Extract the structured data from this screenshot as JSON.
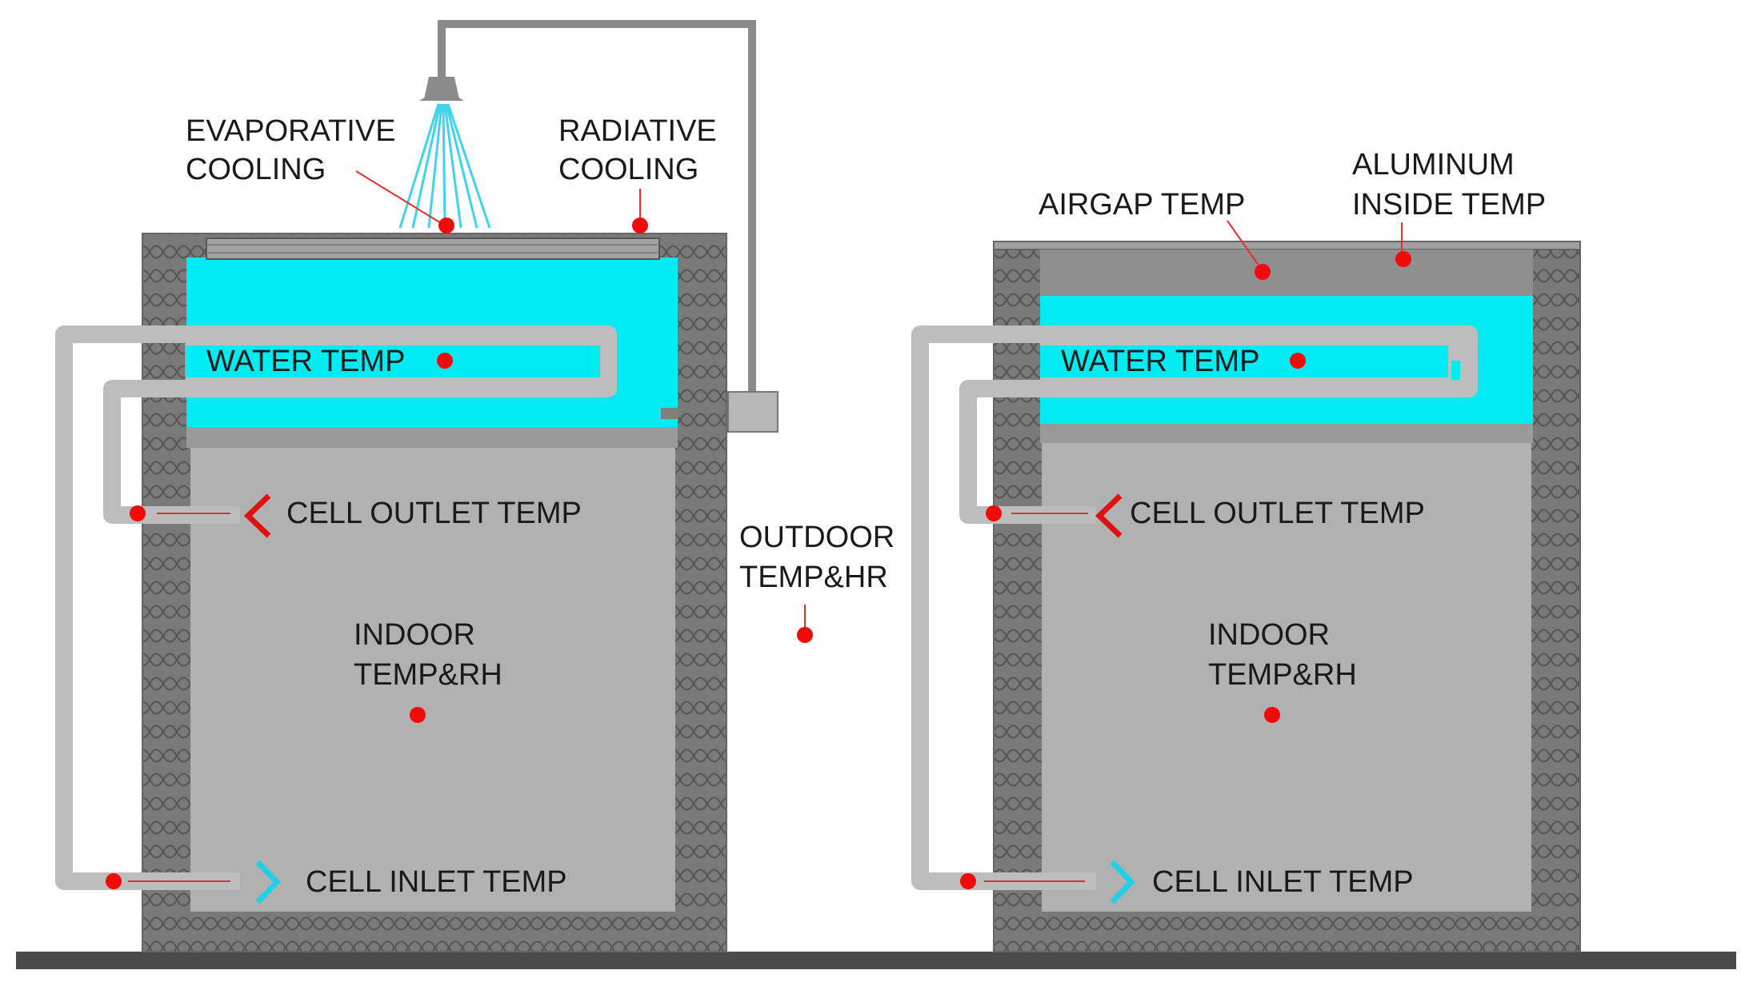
{
  "colors": {
    "water": "#00ecf2",
    "wall": "#7a7a7a",
    "wall_pattern": "#5a5a5a",
    "interior": "#b1b1b1",
    "pipe": "#bdbdbd",
    "pipe_edge": "#9a9a9a",
    "sensor": "#f00a0a",
    "leader": "#e23030",
    "ground": "#4a4a4a",
    "airgap": "#8f8f8f",
    "panel": "#a3a3a3",
    "spray": "#3fd4ea",
    "outlet_chevron": "#e01010",
    "inlet_chevron": "#1fd0e6"
  },
  "cells": [
    {
      "id": "evaporative-cell",
      "labels": {
        "evaporative": [
          "EVAPORATIVE",
          "COOLING"
        ],
        "radiative": [
          "RADIATIVE",
          "COOLING"
        ],
        "water": "WATER TEMP",
        "outlet": "CELL OUTLET TEMP",
        "indoor": [
          "INDOOR",
          "TEMP&RH"
        ],
        "inlet": "CELL INLET TEMP"
      }
    },
    {
      "id": "airgap-cell",
      "labels": {
        "airgap": "AIRGAP TEMP",
        "aluminum": [
          "ALUMINUM",
          "INSIDE TEMP"
        ],
        "water": "WATER TEMP",
        "outlet": "CELL OUTLET TEMP",
        "indoor": [
          "INDOOR",
          "TEMP&RH"
        ],
        "inlet": "CELL INLET TEMP"
      }
    }
  ],
  "outdoor": [
    "OUTDOOR",
    "TEMP&HR"
  ]
}
